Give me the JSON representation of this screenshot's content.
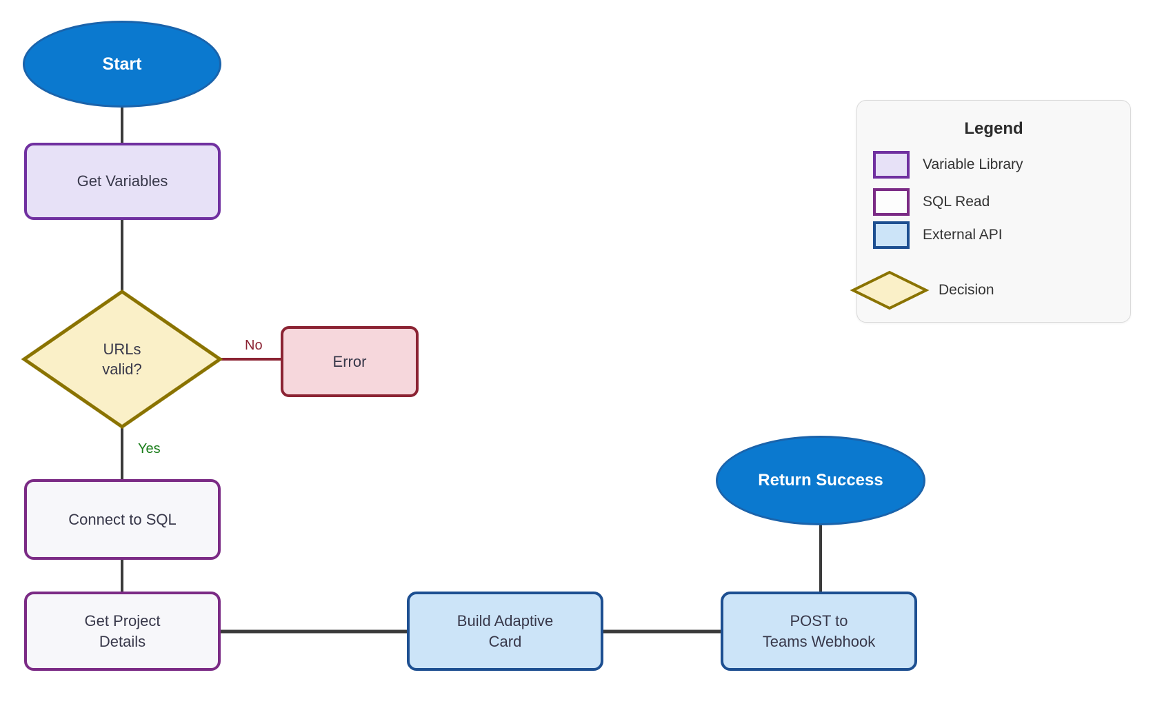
{
  "nodes": {
    "start": "Start",
    "get_variables": "Get Variables",
    "urls_valid": "URLs\nvalid?",
    "error": "Error",
    "connect_sql": "Connect to SQL",
    "get_project_details": "Get Project\nDetails",
    "build_adaptive_card": "Build Adaptive\nCard",
    "post_teams_webhook": "POST to\nTeams Webhook",
    "return_success": "Return Success"
  },
  "edge_labels": {
    "no": "No",
    "yes": "Yes"
  },
  "legend": {
    "title": "Legend",
    "items": [
      {
        "label": "Variable Library"
      },
      {
        "label": "SQL Read"
      },
      {
        "label": "External API"
      },
      {
        "label": "Decision"
      }
    ]
  },
  "colors": {
    "terminal_fill": "#0b79cf",
    "terminal_border": "#1a63ab",
    "variable_library_fill": "#e7e1f7",
    "variable_library_border": "#7030a0",
    "sql_read_fill": "#f7f7fa",
    "sql_read_border": "#7b2b85",
    "external_api_fill": "#cce4f8",
    "external_api_border": "#1d4f91",
    "decision_fill": "#faf0c8",
    "decision_border": "#8a7300",
    "error_fill": "#f6d7dc",
    "error_border": "#8b2333",
    "connector": "#3a3a3a",
    "yes_label_color": "#1a7d1a",
    "no_label_color": "#8b2333",
    "legend_background": "#f8f8f8"
  }
}
